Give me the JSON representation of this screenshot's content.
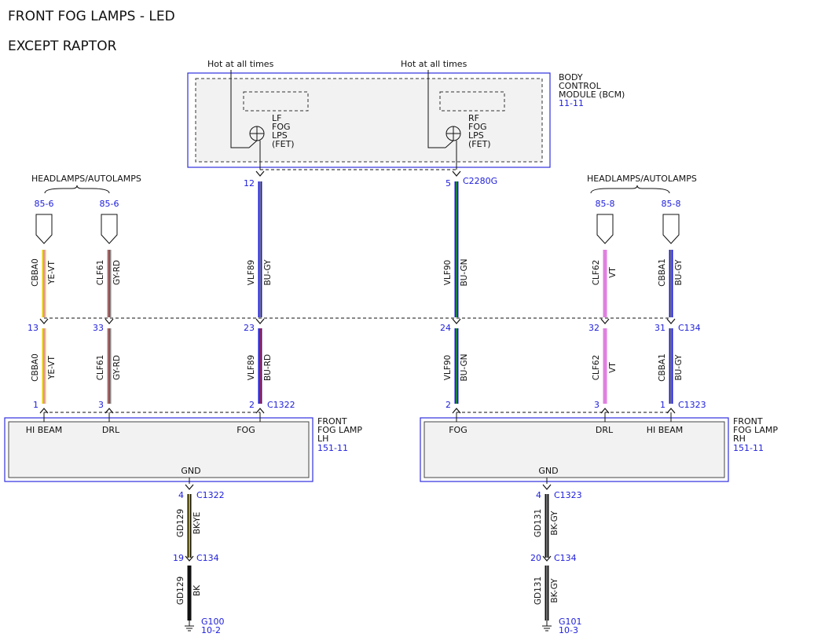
{
  "title": "FRONT FOG LAMPS - LED",
  "subtitle": "EXCEPT RAPTOR",
  "bcm": {
    "name_lines": [
      "BODY",
      "CONTROL",
      "MODULE (BCM)"
    ],
    "ref": "11-11",
    "hot_label": "Hot at all times",
    "lf_fet_lines": [
      "LF",
      "FOG",
      "LPS",
      "(FET)"
    ],
    "rf_fet_lines": [
      "RF",
      "FOG",
      "LPS",
      "(FET)"
    ]
  },
  "colors": {
    "pin": "#1c1cdc",
    "module_fill": "#f2f2f2",
    "module_border": "#3030e0",
    "BU": "#1a1ad6",
    "YE": "#e8cf10",
    "VT": "#e080e0",
    "GY": "#8a8a8a",
    "RD": "#c03030",
    "BK": "#111111",
    "GN": "#1a9a1a"
  },
  "headlamps_label": "HEADLAMPS/AUTOLAMPS",
  "wires": [
    {
      "id": "w-cbba0",
      "upper": {
        "circuit": "CBBA0",
        "color": "YE-VT",
        "top_pin": "85-6"
      },
      "lower": {
        "circuit": "CBBA0",
        "color": "YE-VT"
      },
      "c134_pin": "13",
      "lamp_pin": "1",
      "lamp_conn": ""
    },
    {
      "id": "w-clf61",
      "upper": {
        "circuit": "CLF61",
        "color": "GY-RD",
        "top_pin": "85-6"
      },
      "lower": {
        "circuit": "CLF61",
        "color": "GY-RD"
      },
      "c134_pin": "33",
      "lamp_pin": "3",
      "lamp_conn": ""
    },
    {
      "id": "w-vlf89",
      "upper": {
        "circuit": "VLF89",
        "color": "BU-GY",
        "top_pin": "12"
      },
      "lower": {
        "circuit": "VLF89",
        "color": "BU-RD"
      },
      "c134_pin": "23",
      "lamp_pin": "2",
      "lamp_conn": "C1322"
    },
    {
      "id": "w-vlf90",
      "upper": {
        "circuit": "VLF90",
        "color": "BU-GN",
        "top_pin": "5",
        "top_conn": "C2280G"
      },
      "lower": {
        "circuit": "VLF90",
        "color": "BU-GN"
      },
      "c134_pin": "24",
      "lamp_pin": "2",
      "lamp_conn": ""
    },
    {
      "id": "w-clf62",
      "upper": {
        "circuit": "CLF62",
        "color": "VT",
        "top_pin": "85-8"
      },
      "lower": {
        "circuit": "CLF62",
        "color": "VT"
      },
      "c134_pin": "32",
      "lamp_pin": "3",
      "lamp_conn": ""
    },
    {
      "id": "w-cbba1",
      "upper": {
        "circuit": "CBBA1",
        "color": "BU-GY",
        "top_pin": "85-8"
      },
      "lower": {
        "circuit": "CBBA1",
        "color": "BU-GY"
      },
      "c134_pin": "31",
      "lamp_pin": "1",
      "lamp_conn": "C1323",
      "c134_conn": "C134"
    }
  ],
  "lamps": {
    "lh": {
      "name_lines": [
        "FRONT",
        "FOG LAMP",
        "LH"
      ],
      "ref": "151-11",
      "pins": [
        "HI BEAM",
        "DRL",
        "FOG"
      ],
      "gnd": "GND"
    },
    "rh": {
      "name_lines": [
        "FRONT",
        "FOG LAMP",
        "RH"
      ],
      "ref": "151-11",
      "pins": [
        "FOG",
        "DRL",
        "HI BEAM"
      ],
      "gnd": "GND"
    }
  },
  "grounds": {
    "lh": {
      "lamp_pin": "4",
      "lamp_conn": "C1322",
      "upper_circuit": "GD129",
      "upper_color": "BK-YE",
      "c134_pin": "19",
      "c134_conn": "C134",
      "lower_circuit": "GD129",
      "lower_color": "BK",
      "g_name": "G100",
      "g_ref": "10-2"
    },
    "rh": {
      "lamp_pin": "4",
      "lamp_conn": "C1323",
      "upper_circuit": "GD131",
      "upper_color": "BK-GY",
      "c134_pin": "20",
      "c134_conn": "C134",
      "lower_circuit": "GD131",
      "lower_color": "BK-GY",
      "g_name": "G101",
      "g_ref": "10-3"
    }
  }
}
